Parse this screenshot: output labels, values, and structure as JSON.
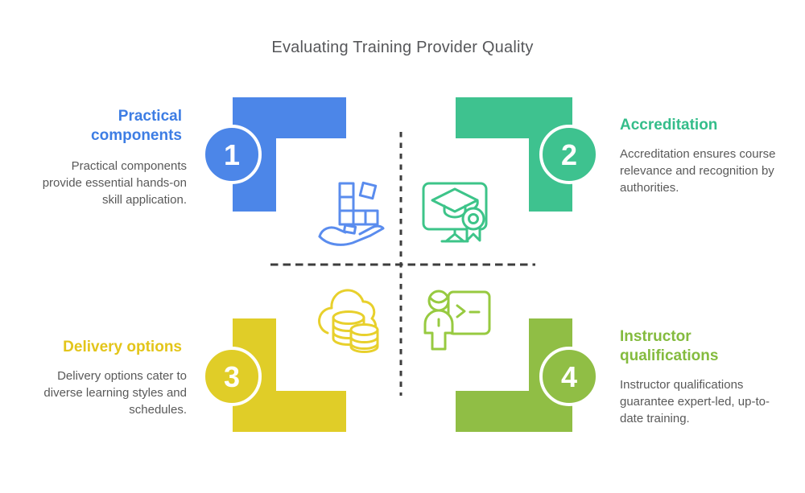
{
  "title": {
    "text": "Evaluating Training Provider Quality",
    "color": "#56575A"
  },
  "divider": {
    "color": "#3D3D3D"
  },
  "body_text_color": "#595959",
  "quadrants": [
    {
      "number": "1",
      "heading": "Practical components",
      "body": "Practical components provide essential hands-on skill application.",
      "shape_color": "#4C86E8",
      "heading_color": "#3D7DE4",
      "icon_color": "#5A8CEE",
      "icon": "hand-holding-blocks"
    },
    {
      "number": "2",
      "heading": "Accreditation",
      "body": "Accreditation ensures course relevance and recognition by authorities.",
      "shape_color": "#3EC28F",
      "heading_color": "#34BD8A",
      "icon_color": "#3DC489",
      "icon": "monitor-graduation"
    },
    {
      "number": "3",
      "heading": "Delivery options",
      "body": "Delivery options cater to diverse learning styles and schedules.",
      "shape_color": "#E0CD28",
      "heading_color": "#E3C51A",
      "icon_color": "#E8D02C",
      "icon": "cloud-database"
    },
    {
      "number": "4",
      "heading": "Instructor qualifications",
      "body": "Instructor qualifications guarantee expert-led, up-to-date training.",
      "shape_color": "#90BE45",
      "heading_color": "#84BB3E",
      "icon_color": "#97CA40",
      "icon": "instructor-terminal"
    }
  ]
}
